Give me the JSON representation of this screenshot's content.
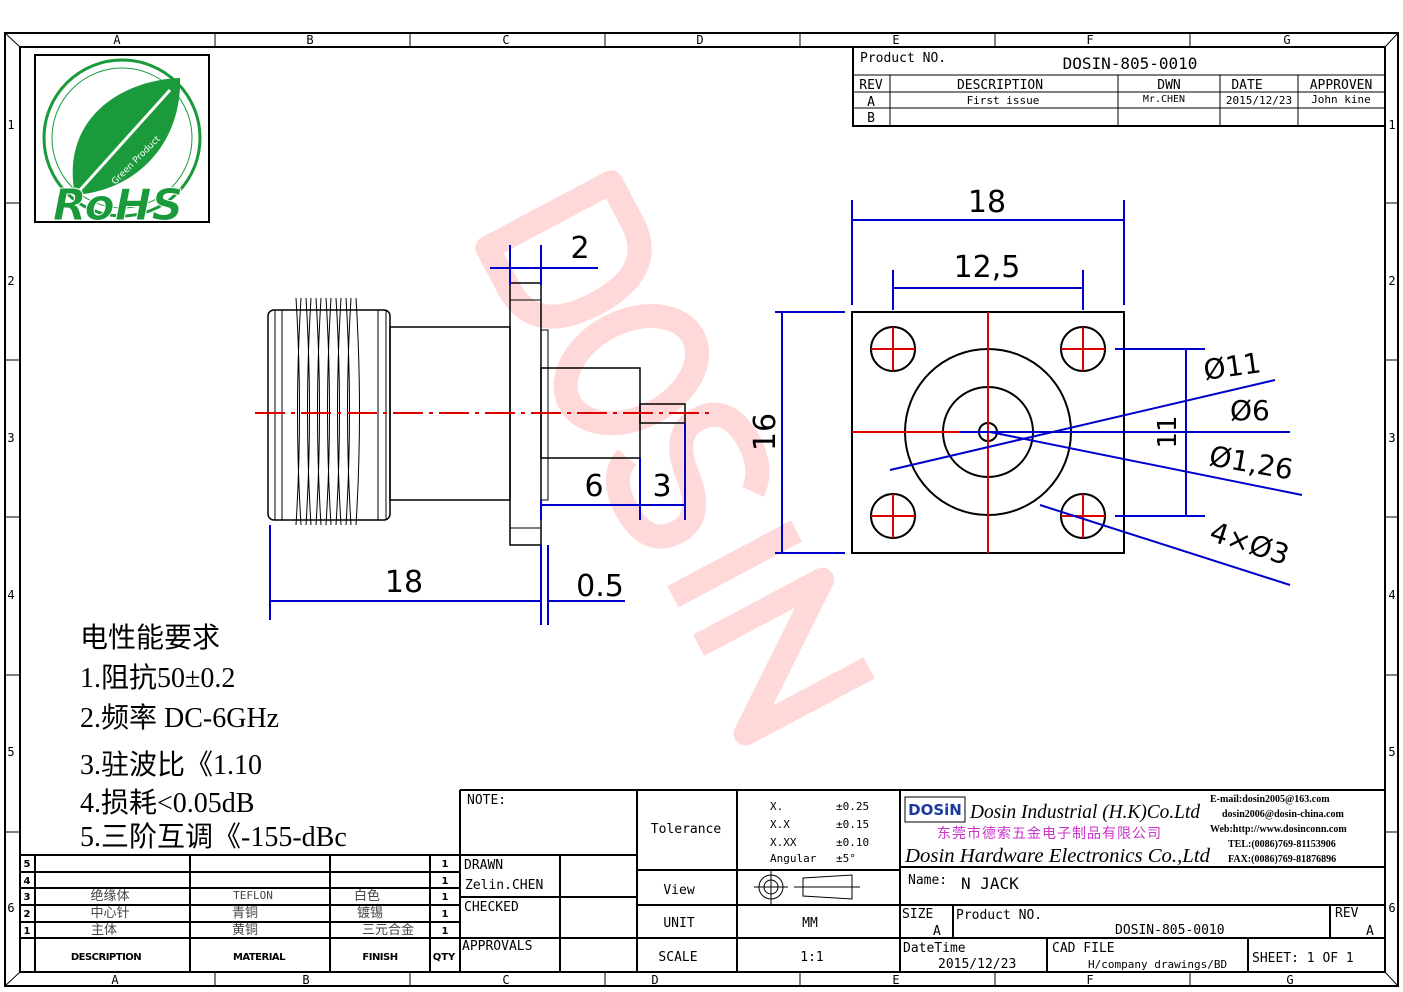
{
  "frame": {
    "columns": [
      "A",
      "B",
      "C",
      "D",
      "E",
      "F",
      "G"
    ],
    "rows": [
      "1",
      "2",
      "3",
      "4",
      "5",
      "6"
    ]
  },
  "logo": {
    "text": "RoHS",
    "subtext": "Green Product"
  },
  "watermark": "DOSIN",
  "revision_block": {
    "product_no_label": "Product NO.",
    "product_no": "DOSIN-805-0010",
    "headers": [
      "REV",
      "DESCRIPTION",
      "DWN",
      "DATE",
      "APPROVEN"
    ],
    "rows": [
      {
        "rev": "A",
        "description": "First issue",
        "dwn": "Mr.CHEN",
        "date": "2015/12/23",
        "approven": "John kine"
      },
      {
        "rev": "B",
        "description": "",
        "dwn": "",
        "date": "",
        "approven": ""
      }
    ]
  },
  "dimensions": {
    "side": {
      "flange": "2",
      "length": "18",
      "thickness": "0.5",
      "body": "6",
      "pin": "3"
    },
    "front": {
      "width": "18",
      "hole_spacing": "12,5",
      "height": "16",
      "hole_spacing_v": "11",
      "d_outer": "Ø11",
      "d_inner": "Ø6",
      "d_pin": "Ø1,26",
      "holes": "4×Ø3"
    }
  },
  "notes": {
    "title": "电性能要求",
    "items": [
      "1.阻抗50±0.2",
      "2.频率 DC-6GHz",
      "3.驻波比《1.10",
      "4.损耗<0.05dB",
      "5.三阶互调《-155-dBc"
    ]
  },
  "bom": {
    "headers": [
      "DESCRIPTION",
      "MATERIAL",
      "FINISH",
      "QTY"
    ],
    "rows": [
      {
        "no": "5",
        "description": "",
        "material": "",
        "finish": "",
        "qty": "1"
      },
      {
        "no": "4",
        "description": "",
        "material": "",
        "finish": "",
        "qty": "1"
      },
      {
        "no": "3",
        "description": "绝缘体",
        "material": "TEFLON",
        "finish": "白色",
        "qty": "1"
      },
      {
        "no": "2",
        "description": "中心针",
        "material": "青铜",
        "finish": "镀锡",
        "qty": "1"
      },
      {
        "no": "1",
        "description": "主体",
        "material": "黄铜",
        "finish": "三元合金",
        "qty": "1"
      }
    ]
  },
  "signoff": {
    "note": "NOTE:",
    "drawn": "DRAWN",
    "drawn_by": "Zelin.CHEN",
    "checked": "CHECKED",
    "approvals": "APPROVALS"
  },
  "tolerance": {
    "label": "Tolerance",
    "items": [
      [
        "X.",
        "±0.25"
      ],
      [
        "X.X",
        "±0.15"
      ],
      [
        "X.XX",
        "±0.10"
      ],
      [
        "Angular",
        "±5°"
      ]
    ],
    "view_label": "View",
    "unit_label": "UNIT",
    "unit": "MM",
    "scale_label": "SCALE",
    "scale": "1:1"
  },
  "company": {
    "logo": "DOSiN",
    "name_en": "Dosin Industrial (H.K)Co.Ltd",
    "name_cn": "东莞市德索五金电子制品有限公司",
    "name_en2": "Dosin Hardware Electronics Co.,Ltd",
    "contact": [
      "E-mail:dosin2005@163.com",
      "dosin2006@dosin-china.com",
      "Web:http://www.dosinconn.com",
      "TEL:(0086)769-81153906",
      "FAX:(0086)769-81876896"
    ]
  },
  "title_block": {
    "name_label": "Name:",
    "name": "N JACK",
    "size_label": "SIZE",
    "size": "A",
    "product_no_label": "Product NO.",
    "product_no": "DOSIN-805-0010",
    "rev_label": "REV",
    "rev": "A",
    "date_label": "DateTime",
    "date": "2015/12/23",
    "cad_label": "CAD FILE",
    "cad": "H/company drawings/BD",
    "sheet": "SHEET: 1 OF 1"
  },
  "colors": {
    "dimension": "#0000cc",
    "centerline": "#dd0000",
    "logo_green": "#1a9a3a",
    "watermark": "#ffcccc"
  }
}
